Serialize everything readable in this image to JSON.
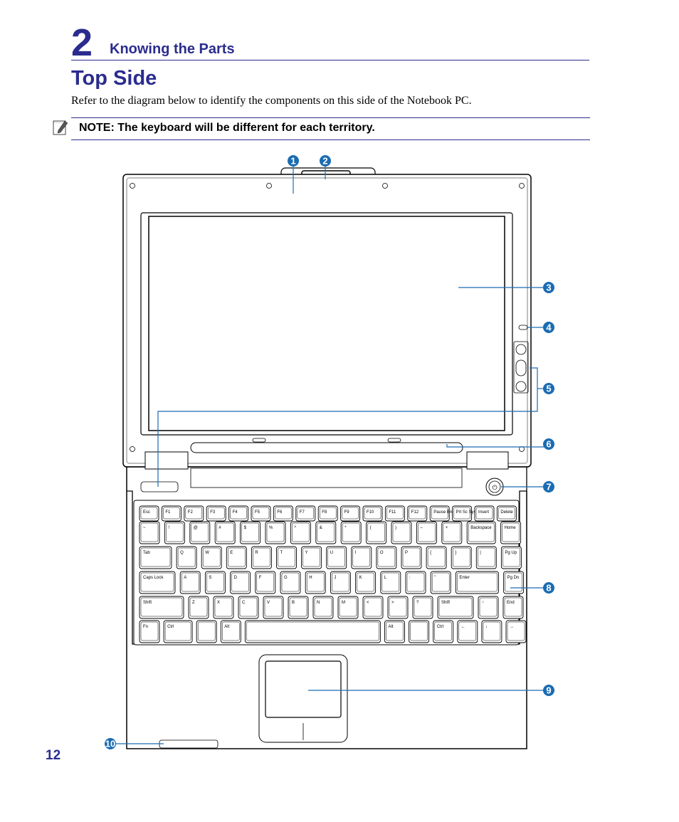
{
  "header": {
    "chapter_number": "2",
    "chapter_title": "Knowing the Parts"
  },
  "section": {
    "title": "Top Side",
    "intro": "Refer to the diagram below to identify the components on this side of the Notebook PC."
  },
  "note": {
    "icon": "note-pencil-icon",
    "text": "NOTE: The keyboard will be different for each territory."
  },
  "callouts": [
    "1",
    "2",
    "3",
    "4",
    "5",
    "6",
    "7",
    "8",
    "9",
    "10"
  ],
  "keyboard": {
    "row_fn": [
      "Esc",
      "F1",
      "F2",
      "F3",
      "F4",
      "F5",
      "F6",
      "F7",
      "F8",
      "F9",
      "F10",
      "F11",
      "F12",
      "Pause Break",
      "Prt Sc Sys Rq",
      "Insert",
      "Delete"
    ],
    "row_num": [
      "~",
      "!",
      "@",
      "#",
      "$",
      "%",
      "^",
      "&",
      "*",
      "(",
      ")",
      "–",
      "+",
      "Backspace",
      "Home"
    ],
    "row_q": [
      "Tab",
      "Q",
      "W",
      "E",
      "R",
      "T",
      "Y",
      "U",
      "I",
      "O",
      "P",
      "{",
      "}",
      "|",
      "Pg Up"
    ],
    "row_a": [
      "Caps Lock",
      "A",
      "S",
      "D",
      "F",
      "G",
      "H",
      "J",
      "K",
      "L",
      ":",
      "\"",
      "Enter",
      "Pg Dn"
    ],
    "row_z": [
      "Shift",
      "Z",
      "X",
      "C",
      "V",
      "B",
      "N",
      "M",
      "<",
      ">",
      "?",
      "Shift",
      "↑",
      "End"
    ],
    "row_ctrl": [
      "Fn",
      "Ctrl",
      "",
      "Alt",
      "",
      "Alt",
      "",
      "Ctrl",
      "←",
      "↓",
      "→"
    ]
  },
  "page_number": "12"
}
